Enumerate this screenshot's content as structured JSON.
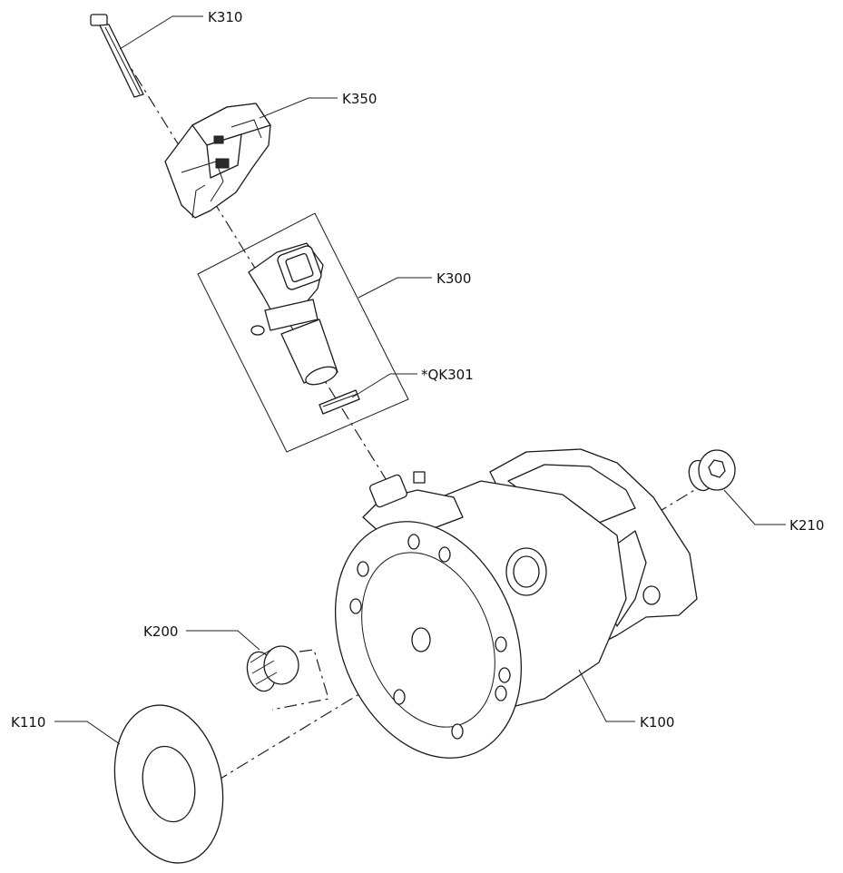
{
  "callouts": {
    "k310": "K310",
    "k350": "K350",
    "k300": "K300",
    "qk301": "*QK301",
    "k210": "K210",
    "k200": "K200",
    "k100": "K100",
    "k110": "K110"
  }
}
